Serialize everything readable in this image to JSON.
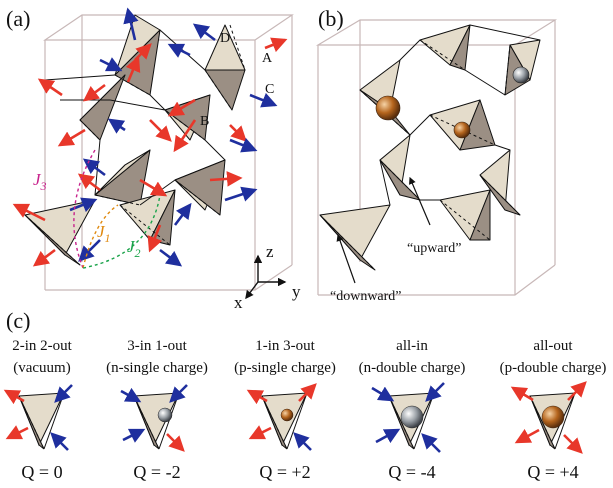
{
  "panels": {
    "a": {
      "label": "(a)",
      "vertex_labels": [
        "D",
        "A",
        "C",
        "B"
      ],
      "couplings": [
        {
          "sym": "J",
          "sub": "3",
          "color": "#c8228c"
        },
        {
          "sym": "J",
          "sub": "1",
          "color": "#e08a10"
        },
        {
          "sym": "J",
          "sub": "2",
          "color": "#1aa34a"
        }
      ]
    },
    "b": {
      "label": "(b)",
      "annotations": [
        "“upward”",
        "“downward”"
      ]
    },
    "axes": {
      "z": "z",
      "x": "x",
      "y": "y"
    },
    "c": {
      "label": "(c)",
      "configs": [
        {
          "title": "2-in 2-out",
          "subtitle": "(vacuum)",
          "charge": "Q = 0"
        },
        {
          "title": "3-in 1-out",
          "subtitle": "(n-single charge)",
          "charge": "Q = -2"
        },
        {
          "title": "1-in 3-out",
          "subtitle": "(p-single charge)",
          "charge": "Q = +2"
        },
        {
          "title": "all-in",
          "subtitle": "(n-double charge)",
          "charge": "Q = -4"
        },
        {
          "title": "all-out",
          "subtitle": "(p-double charge)",
          "charge": "Q = +4"
        }
      ]
    }
  },
  "colors": {
    "spin_red": "#e8372a",
    "spin_blue": "#1f2f9e",
    "face_light": "#e4dccb",
    "face_dark": "#9b8f84",
    "frame": "#c8b8b8",
    "monopole_bronze": "#b5651d",
    "monopole_silver": "#9aa0a6"
  }
}
